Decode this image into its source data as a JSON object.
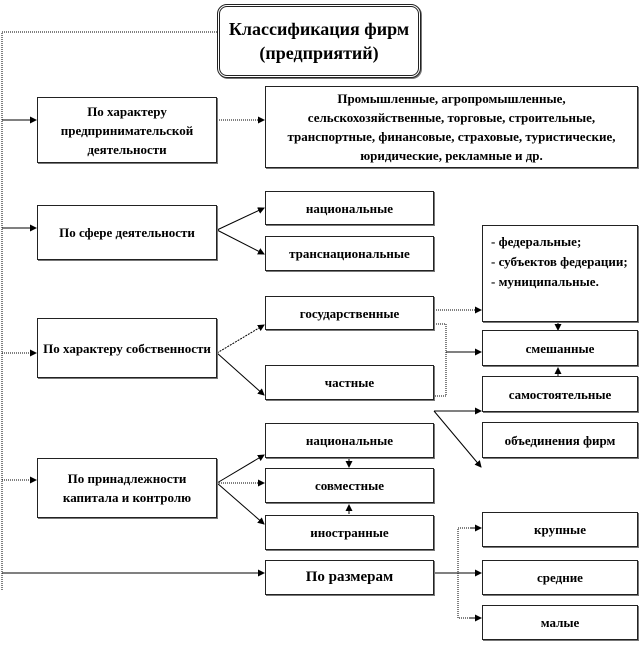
{
  "title": "Классификация фирм (предприятий)",
  "groups": {
    "activity": {
      "label": "По характеру предпринимательской деятельности",
      "items": [
        "Промышленные, агропромышленные, сельскохозяйственные, торговые, строительные, транспортные, финансовые, страховые, туристические, юридические, рекламные и др."
      ]
    },
    "sphere": {
      "label": "По сфере деятельности",
      "items": [
        "национальные",
        "транснациональные"
      ]
    },
    "ownership": {
      "label": "По характеру собственности",
      "items": [
        "государственные",
        "частные"
      ],
      "state_sub": [
        "- федеральные;",
        "- субъектов федерации;",
        "- муниципальные."
      ],
      "sub": [
        "смешанные",
        "самостоятельные",
        "объединения фирм"
      ]
    },
    "capital": {
      "label": "По принадлежности капитала и контролю",
      "items": [
        "национальные",
        "совместные",
        "иностранные"
      ]
    },
    "size": {
      "label": "По размерам",
      "items": [
        "крупные",
        "средние",
        "малые"
      ]
    }
  }
}
